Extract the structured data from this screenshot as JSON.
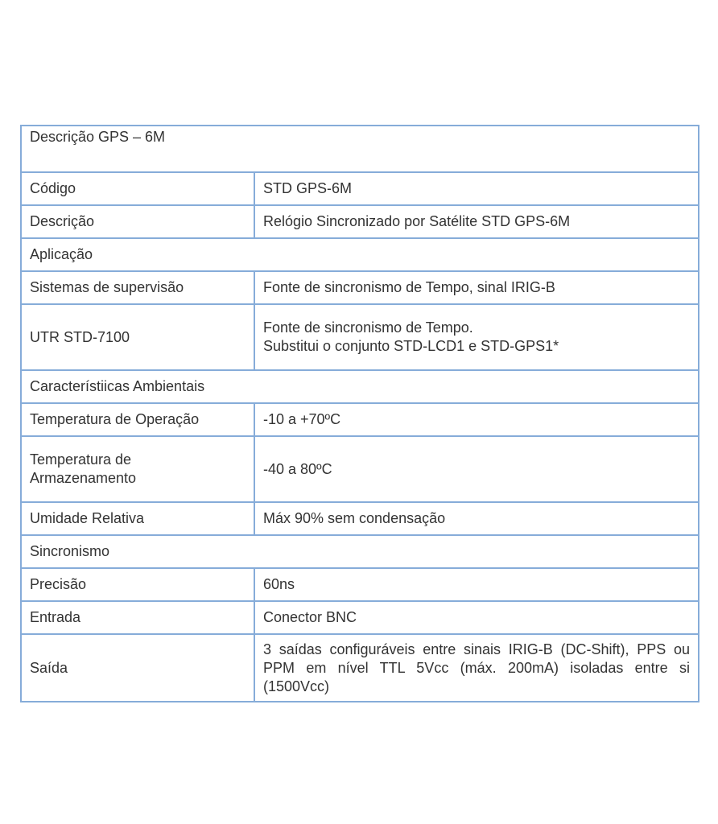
{
  "title": "Descrição GPS – 6M",
  "rows": [
    {
      "type": "pair",
      "label": "Código",
      "value": "STD GPS-6M"
    },
    {
      "type": "pair",
      "label": "Descrição",
      "value": "Relógio Sincronizado por Satélite STD GPS-6M"
    },
    {
      "type": "section",
      "label": "Aplicação"
    },
    {
      "type": "pair",
      "label": "Sistemas de supervisão",
      "value": "Fonte de sincronismo de Tempo, sinal IRIG-B"
    },
    {
      "type": "pair2",
      "label": "UTR STD-7100",
      "value_lines": [
        "Fonte de sincronismo de Tempo.",
        "Substitui o conjunto STD-LCD1 e STD-GPS1*"
      ]
    },
    {
      "type": "section",
      "label": "Característiicas Ambientais"
    },
    {
      "type": "pair",
      "label": "Temperatura de Operação",
      "value": "-10 a +70ºC"
    },
    {
      "type": "pair2",
      "label_lines": [
        "Temperatura de",
        "Armazenamento"
      ],
      "value": "-40 a 80ºC"
    },
    {
      "type": "pair",
      "label": "Umidade Relativa",
      "value": "Máx 90% sem condensação"
    },
    {
      "type": "section",
      "label": "Sincronismo"
    },
    {
      "type": "pair",
      "label": "Precisão",
      "value": "60ns"
    },
    {
      "type": "pair",
      "label": "Entrada",
      "value": "Conector BNC"
    },
    {
      "type": "pair3",
      "label": "Saída",
      "value": "3 saídas configuráveis entre sinais IRIG-B (DC-Shift), PPS ou PPM em nível TTL 5Vcc (máx. 200mA) isoladas entre si (1500Vcc)"
    }
  ]
}
